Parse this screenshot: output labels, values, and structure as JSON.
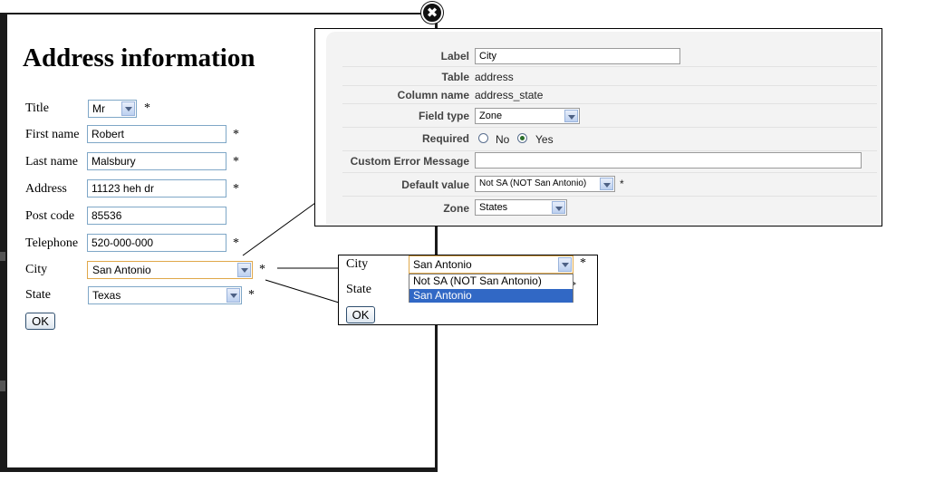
{
  "modal": {
    "title": "Address information",
    "close_glyph": "✖",
    "required_marker": "*",
    "fields": {
      "title": {
        "label": "Title",
        "value": "Mr"
      },
      "first_name": {
        "label": "First name",
        "value": "Robert"
      },
      "last_name": {
        "label": "Last name",
        "value": "Malsbury"
      },
      "address": {
        "label": "Address",
        "value": "11123 heh dr"
      },
      "post_code": {
        "label": "Post code",
        "value": "85536"
      },
      "telephone": {
        "label": "Telephone",
        "value": "520-000-000"
      },
      "city": {
        "label": "City",
        "value": "San Antonio"
      },
      "state": {
        "label": "State",
        "value": "Texas"
      }
    },
    "ok_label": "OK"
  },
  "config": {
    "label": {
      "label": "Label",
      "value": "City"
    },
    "table": {
      "label": "Table",
      "value": "address"
    },
    "column_name": {
      "label": "Column name",
      "value": "address_state"
    },
    "field_type": {
      "label": "Field type",
      "value": "Zone"
    },
    "required": {
      "label": "Required",
      "no": "No",
      "yes": "Yes",
      "selected": "Yes"
    },
    "custom_error": {
      "label": "Custom Error Message",
      "value": ""
    },
    "default_value": {
      "label": "Default value",
      "value": "Not SA (NOT San Antonio)"
    },
    "zone": {
      "label": "Zone",
      "value": "States"
    }
  },
  "zoom": {
    "city_label": "City",
    "city_value": "San Antonio",
    "state_label": "State",
    "options": [
      "Not SA (NOT San Antonio)",
      "San Antonio"
    ],
    "selected_option": "San Antonio",
    "ok_label": "OK"
  },
  "colors": {
    "selection": "#3168c5",
    "field_border": "#7fa7c7",
    "focus_border": "#e0a84a"
  }
}
